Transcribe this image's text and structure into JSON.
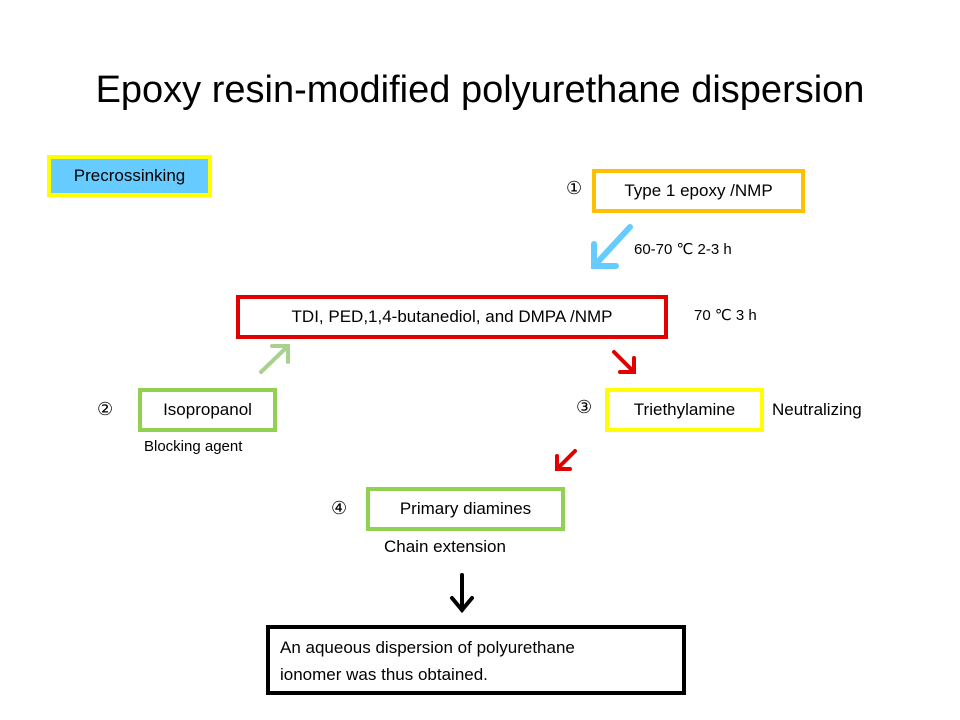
{
  "title": "Epoxy resin-modified polyurethane dispersion",
  "precrossinking": "Precrossinking",
  "steps": {
    "one": {
      "number": "①",
      "label": "Type 1 epoxy /NMP",
      "condition": "60-70 ℃ 2-3 h"
    },
    "center": {
      "label": "TDI, PED,1,4-butanediol, and DMPA /NMP",
      "condition": "70 ℃ 3 h"
    },
    "two": {
      "number": "②",
      "label": "Isopropanol",
      "note": "Blocking agent"
    },
    "three": {
      "number": "③",
      "label": "Triethylamine",
      "note": "Neutralizing"
    },
    "four": {
      "number": "④",
      "label": "Primary diamines",
      "note": "Chain extension"
    },
    "result": {
      "line1": "An aqueous dispersion of polyurethane",
      "line2": "ionomer was thus obtained."
    }
  },
  "colors": {
    "yellow": "#ffff00",
    "orange": "#ffc000",
    "red": "#e00000",
    "green": "#92d050",
    "lightblue": "#66ccff",
    "blue_fill": "#66ccff",
    "arrow_green": "#a9d18e",
    "black": "#000000"
  }
}
